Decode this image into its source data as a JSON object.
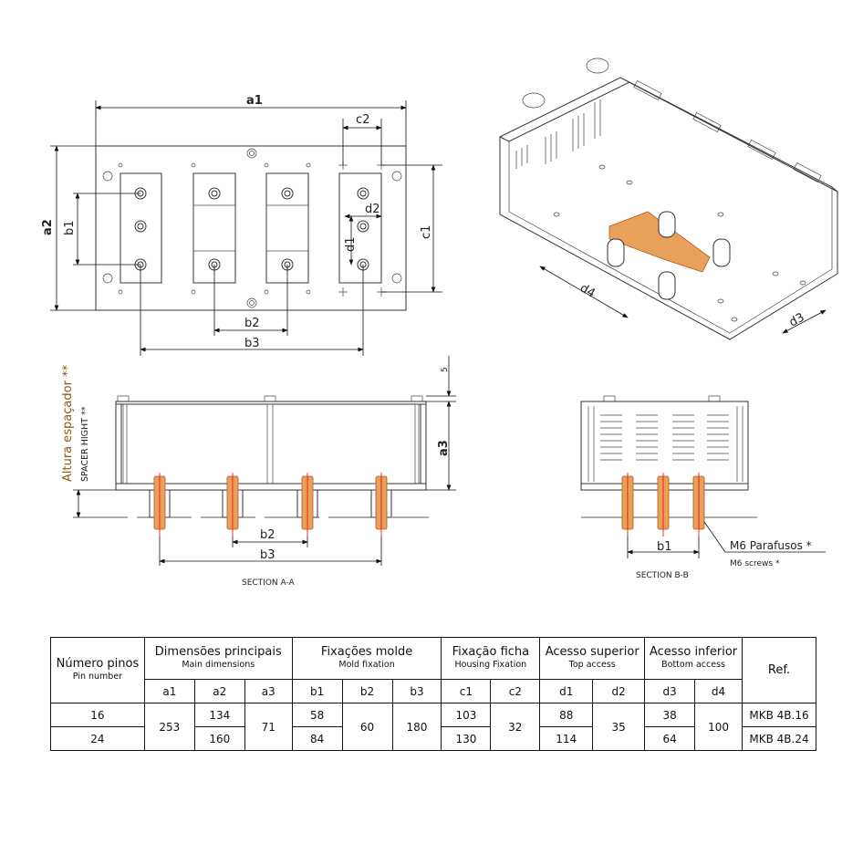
{
  "drawing": {
    "top_view_labels": {
      "a1": "a1",
      "a2": "a2",
      "b1": "b1",
      "b2": "b2",
      "b3": "b3",
      "c1": "c1",
      "c2": "c2",
      "d1": "d1",
      "d2": "d2"
    },
    "iso_labels": {
      "d3": "d3",
      "d4": "d4"
    },
    "section_aa": {
      "title": "SECTION A-A",
      "a3": "a3",
      "five": "5",
      "b2": "b2",
      "b3": "b3",
      "spacer_pt": "Altura espaçador **",
      "spacer_en": "SPACER HIGHT **"
    },
    "section_bb": {
      "title": "SECTION B-B",
      "b1": "b1",
      "screws_pt": "M6 Parafusos *",
      "screws_en": "M6 screws *"
    },
    "colors": {
      "screw": "#e8a15a",
      "centerline": "#ee0000"
    }
  },
  "table": {
    "groups": [
      {
        "pt": "Número pinos",
        "en": "Pin number"
      },
      {
        "pt": "Dimensões principais",
        "en": "Main dimensions"
      },
      {
        "pt": "Fixações molde",
        "en": "Mold fixation"
      },
      {
        "pt": "Fixação ficha",
        "en": "Housing Fixation"
      },
      {
        "pt": "Acesso superior",
        "en": "Top access"
      },
      {
        "pt": "Acesso inferior",
        "en": "Bottom access"
      },
      {
        "pt": "Ref."
      }
    ],
    "columns": [
      "a1",
      "a2",
      "a3",
      "b1",
      "b2",
      "b3",
      "c1",
      "c2",
      "d1",
      "d2",
      "d3",
      "d4"
    ],
    "rows": [
      {
        "pins": "16",
        "a1": "253",
        "a2": "134",
        "a3": "71",
        "b1": "58",
        "b2": "60",
        "b3": "180",
        "c1": "103",
        "c2": "32",
        "d1": "88",
        "d2": "35",
        "d3": "38",
        "d4": "100",
        "ref": "MKB 4B.16"
      },
      {
        "pins": "24",
        "a2": "160",
        "b1": "84",
        "c1": "130",
        "d1": "114",
        "d3": "64",
        "ref": "MKB 4B.24"
      }
    ]
  }
}
